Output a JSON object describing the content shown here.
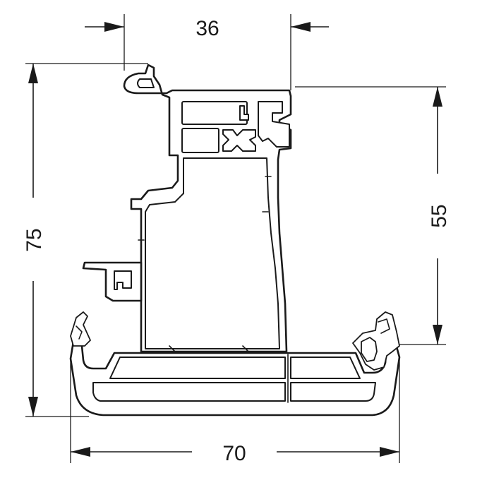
{
  "dimensions": {
    "top_width": "36",
    "overall_height": "75",
    "right_height": "55",
    "bottom_width": "70"
  }
}
